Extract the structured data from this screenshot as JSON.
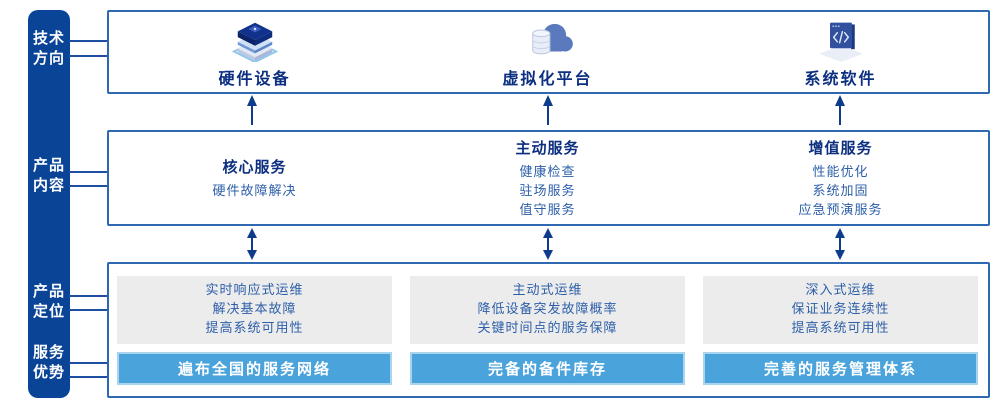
{
  "sidebar": {
    "items": [
      {
        "lines": [
          "技术",
          "方向"
        ]
      },
      {
        "lines": [
          "产品",
          "内容"
        ]
      },
      {
        "lines": [
          "产品",
          "定位"
        ]
      },
      {
        "lines": [
          "服务",
          "优势"
        ]
      }
    ]
  },
  "tech_row": {
    "items": [
      {
        "icon": "server-stack-icon",
        "label": "硬件设备"
      },
      {
        "icon": "cloud-database-icon",
        "label": "虚拟化平台"
      },
      {
        "icon": "software-window-icon",
        "label": "系统软件"
      }
    ]
  },
  "service_row": {
    "columns": [
      {
        "heading": "核心服务",
        "items": [
          "硬件故障解决"
        ]
      },
      {
        "heading": "主动服务",
        "items": [
          "健康检查",
          "驻场服务",
          "值守服务"
        ]
      },
      {
        "heading": "增值服务",
        "items": [
          "性能优化",
          "系统加固",
          "应急预演服务"
        ]
      }
    ]
  },
  "bottom_row": {
    "columns": [
      {
        "positioning": [
          "实时响应式运维",
          "解决基本故障",
          "提高系统可用性"
        ],
        "advantage": "遍布全国的服务网络"
      },
      {
        "positioning": [
          "主动式运维",
          "降低设备突发故障概率",
          "关键时间点的服务保障"
        ],
        "advantage": "完备的备件库存"
      },
      {
        "positioning": [
          "深入式运维",
          "保证业务连续性",
          "提高系统可用性"
        ],
        "advantage": "完善的服务管理体系"
      }
    ]
  },
  "colors": {
    "sidebar_blue": "#0a4496",
    "box_border_blue": "#2e68b0",
    "connector_blue": "#1d4fa0",
    "heading_navy": "#0c2f80",
    "body_blue": "#2d5fa9",
    "banner_blue": "#4aa3db",
    "banner_rim_blue": "#a8d4ee",
    "panel_gray": "#ececec",
    "arrow_navy": "#0d3c8c"
  }
}
